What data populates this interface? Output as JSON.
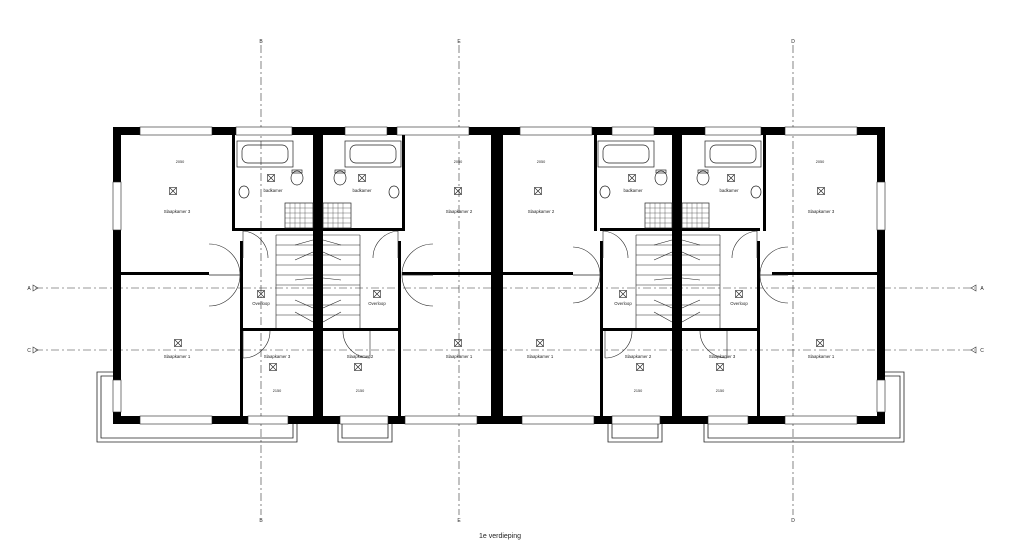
{
  "drawing_title": "1e verdieping",
  "grid_axes": {
    "vertical": [
      {
        "top": "B",
        "bottom": "B"
      },
      {
        "top": "E",
        "bottom": "E"
      },
      {
        "top": "D",
        "bottom": "D"
      }
    ],
    "horizontal": [
      {
        "left": "A",
        "right": "A"
      },
      {
        "left": "C",
        "right": "C"
      }
    ]
  },
  "rooms": {
    "bedroom_3": "Slaapkamer 3",
    "bedroom_2": "Slaapkamer 2",
    "bedroom_1": "Slaapkamer 1",
    "bathroom": "badkamer",
    "landing": "Overloop"
  },
  "dimension_tags": [
    "2050",
    "2050",
    "2050",
    "2050",
    "2150",
    "2150",
    "2150",
    "2150"
  ],
  "colors": {
    "line": "#111111",
    "wall": "#000000",
    "thin": "#555555"
  }
}
